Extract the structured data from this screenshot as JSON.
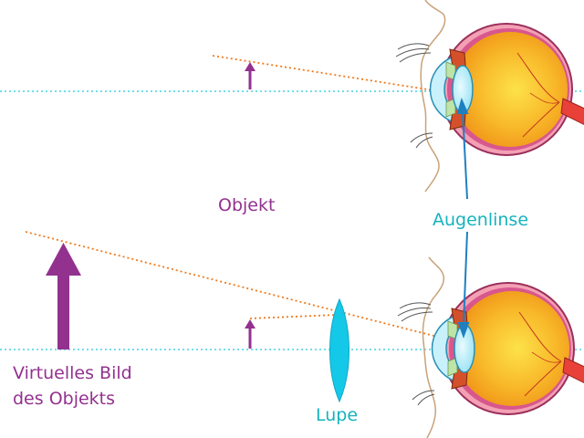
{
  "labels": {
    "object": "Objekt",
    "eye_lens": "Augenlinse",
    "virtual_image_line1": "Virtuelles Bild",
    "virtual_image_line2": "des Objekts",
    "magnifier": "Lupe"
  },
  "colors": {
    "purple": "#93318f",
    "cyan": "#16b3bd",
    "axis_dotted": "#5fd9e8",
    "ray_orange": "#f07a1c",
    "eye_orange": "#f5a21a",
    "lens_blue": "#1f7fc1",
    "skin_outline": "#c9a27a"
  },
  "icons": {
    "eye_top": "eye-cross-section-icon",
    "eye_bottom": "eye-cross-section-icon",
    "magnifier_lens": "convex-lens-icon"
  }
}
